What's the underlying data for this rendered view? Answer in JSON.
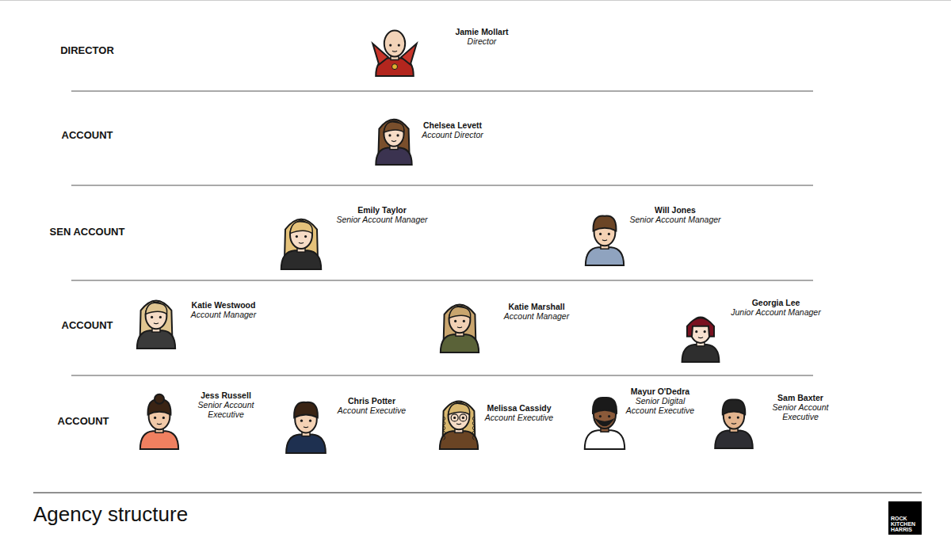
{
  "diagram": {
    "title": "Agency structure",
    "nodes": [
      {
        "text": [
          "ROCK KITCHEN HARRIS"
        ]
      }
    ],
    "labels": [
      "DIRECTOR",
      "Jamie Mollart",
      "Director",
      "ACCOUNT",
      "Chelsea Levett",
      "Account Director",
      "SEN ACCOUNT",
      "Emily Taylor",
      "Senior Account Manager",
      "Will Jones",
      "Senior Account Manager",
      "ACCOUNT",
      "Katie Westwood",
      "Account Manager",
      "Katie Marshall",
      "Account Manager",
      "Georgia Lee",
      "Junior Account Manager",
      "ACCOUNT",
      "Jess Russell",
      "Senior Account Executive",
      "Chris Potter",
      "Account Executive",
      "Melissa Cassidy",
      "Account Executive",
      "Mayur O'Dedra",
      "Senior Digital Account Executive",
      "Sam Baxter",
      "Senior Account Executive"
    ]
  }
}
